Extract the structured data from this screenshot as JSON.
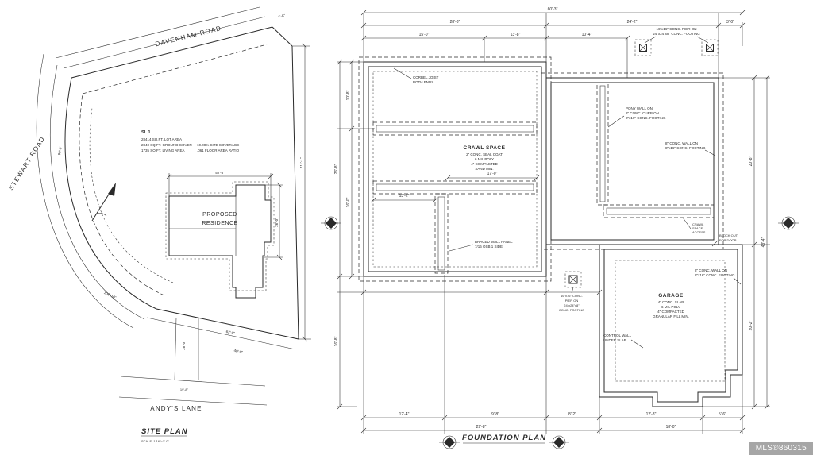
{
  "colors": {
    "ink": "#2a2a2a",
    "watermark_bg": "#9e9e9e"
  },
  "watermark": "MLS®860315",
  "site": {
    "title": "SITE PLAN",
    "scale": "SCALE: 1/16\"=1'-0\"",
    "roads": {
      "top": "DAVENHAM ROAD",
      "left": "STEWART ROAD",
      "bottom": "ANDY'S LANE"
    },
    "residence": {
      "l1": "PROPOSED",
      "l2": "RESIDENCE"
    },
    "lot": {
      "id": "SL 1",
      "l1": "28414 SQ.FT. LOT AREA",
      "l2": "2840 SQ.FT. GROUND COVER",
      "l3": "1735 SQ.FT. LIVING AREA",
      "l4": "10.00% SITE COVERAGE",
      "l5": ".061 FLOOR AREA RATIO"
    },
    "dims": [
      "7'-8\"",
      "111'-1\"",
      "62'-8\"",
      "100'-10\"",
      "90'-0\"",
      "40'-0\"",
      "28'-0\"",
      "19'-8\"",
      "52'-8\"",
      "26'-0\""
    ]
  },
  "foundation": {
    "title": "FOUNDATION PLAN",
    "crawl": {
      "name": "CRAWL SPACE",
      "l1": "2\" CONC. SEAL COAT",
      "l2": "6 MIL POLY",
      "l3": "4\" COMPACTED",
      "l4": "SAND MIN."
    },
    "garage": {
      "name": "GARAGE",
      "l1": "4\" CONC. SLAB",
      "l2": "6 MIL POLY",
      "l3": "4\" COMPACTED",
      "l4": "GRANULAR FILL MIN."
    },
    "notes": {
      "corbel": [
        "CORBEL JOIST",
        "BOTH ENDS"
      ],
      "pony": [
        "PONY WALL ON",
        "8\" CONC. CURB ON",
        "8\"x16\" CONC. FOOTING"
      ],
      "wall_right": [
        "8\" CONC. WALL ON",
        "8\"x16\" CONC. FOOTING"
      ],
      "pier_top": [
        "16\"x16\" CONC. PIER ON",
        "24\"x24\"x8\" CONC. FOOTING"
      ],
      "braced": [
        "BRACED WALL PANEL",
        "7/16 OSB 1 SIDE"
      ],
      "access": [
        "CRAWL",
        "SPACE",
        "ACCESS"
      ],
      "blockout": [
        "BLOCK OUT",
        "FOR DOOR"
      ],
      "pier_mid": [
        "16\"x16\" CONC.",
        "PIER ON",
        "24\"x24\"x8\"",
        "CONC. FOOTING"
      ],
      "wall_garage": [
        "8\" CONC. WALL ON",
        "8\"x16\" CONC. FOOTING"
      ],
      "control": [
        "CONTROL WALL",
        "UNDER SLAB"
      ]
    },
    "dims": {
      "top": [
        "60'-3\"",
        "28'-8\"",
        "24'-2\"",
        "3'-0\"",
        "15'-0\"",
        "13'-8\"",
        "10'-4\""
      ],
      "left": [
        "26'-8\"",
        "16'-8\"",
        "10'-8\"",
        "16'-0\""
      ],
      "right": [
        "20'-8\"",
        "20'-2\"",
        "43'-4\""
      ],
      "bottom": [
        "12'-4\"",
        "9'-8\"",
        "8'-2\"",
        "12'-8\"",
        "5'-6\"",
        "29'-8\"",
        "18'-0\""
      ],
      "interior": [
        "17'-0\"",
        "13'-2\""
      ]
    }
  }
}
